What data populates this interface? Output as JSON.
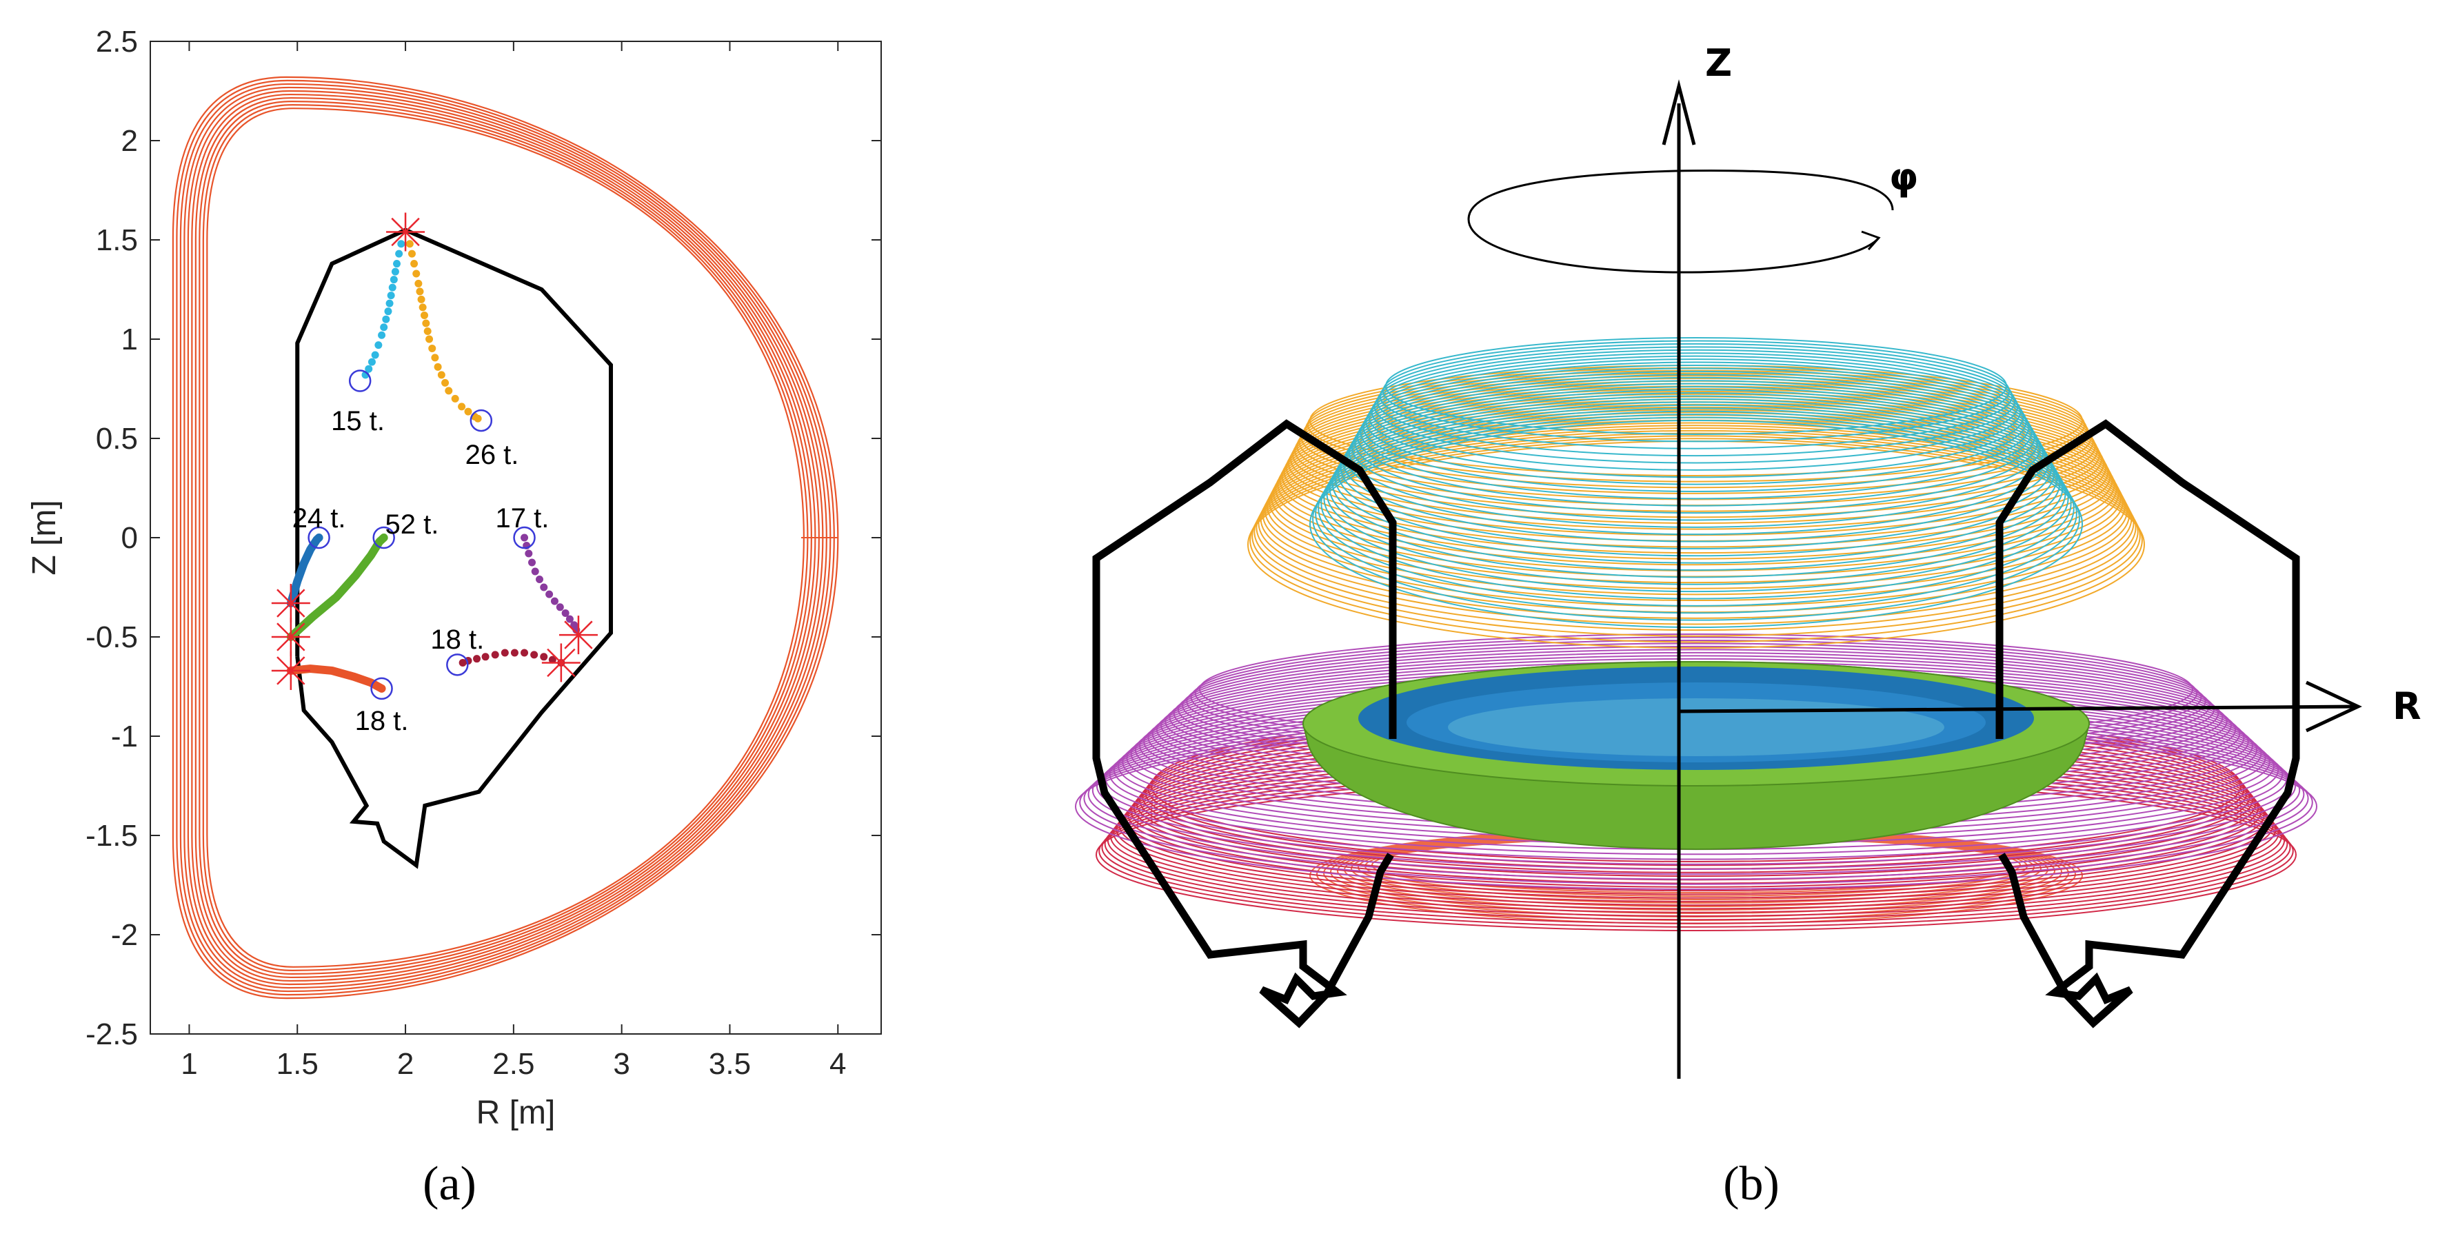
{
  "chart_data": [
    {
      "type": "line",
      "panel_label": "(a)",
      "xlabel": "R [m]",
      "ylabel": "Z [m]",
      "xlim": [
        0.82,
        4.2
      ],
      "ylim": [
        -2.5,
        2.5
      ],
      "x_ticks": [
        1,
        1.5,
        2,
        2.5,
        3,
        3.5,
        4
      ],
      "y_ticks": [
        2.5,
        2,
        1.5,
        1,
        0.5,
        0,
        -0.5,
        -1,
        -1.5,
        -2,
        -2.5
      ],
      "x_tick_labels": [
        "1",
        "1.5",
        "2",
        "2.5",
        "3",
        "3.5",
        "4"
      ],
      "y_tick_labels": [
        "2.5",
        "2",
        "1.5",
        "1",
        "0.5",
        "0",
        "-0.5",
        "-1",
        "-1.5",
        "-2",
        "-2.5"
      ],
      "grid": false,
      "coil_color": "#e8542a",
      "coil_count": 10,
      "vessel_color": "#000000",
      "vessel": {
        "R": [
          1.5,
          1.5,
          1.66,
          2.0,
          2.63,
          2.95,
          2.95,
          2.63,
          2.34,
          2.09,
          2.05,
          1.9,
          1.87,
          1.76,
          1.82,
          1.66,
          1.53,
          1.5
        ],
        "Z": [
          -0.6,
          0.98,
          1.38,
          1.55,
          1.25,
          0.87,
          -0.48,
          -0.88,
          -1.28,
          -1.35,
          -1.65,
          -1.53,
          -1.44,
          -1.43,
          -1.35,
          -1.03,
          -0.87,
          -0.6
        ]
      },
      "markers_star": [
        {
          "R": 2.0,
          "Z": 1.54
        },
        {
          "R": 1.47,
          "Z": -0.33
        },
        {
          "R": 1.47,
          "Z": -0.5
        },
        {
          "R": 1.47,
          "Z": -0.67
        },
        {
          "R": 2.8,
          "Z": -0.49
        },
        {
          "R": 2.72,
          "Z": -0.63
        }
      ],
      "star_color": "#e8262e",
      "circle_color": "#3a3ad8",
      "series": [
        {
          "color": "#2fb8e3",
          "style": "dotted",
          "R": [
            1.98,
            1.96,
            1.94,
            1.92,
            1.89,
            1.86,
            1.83,
            1.8
          ],
          "Z": [
            1.48,
            1.38,
            1.26,
            1.14,
            1.02,
            0.92,
            0.85,
            0.79
          ],
          "circle": {
            "R": 1.79,
            "Z": 0.79
          },
          "label": "15 t.",
          "label_pos": {
            "R": 1.78,
            "Z": 0.59
          }
        },
        {
          "color": "#f1a81b",
          "style": "dotted",
          "R": [
            2.02,
            2.04,
            2.06,
            2.08,
            2.11,
            2.15,
            2.2,
            2.26,
            2.32,
            2.35
          ],
          "Z": [
            1.48,
            1.38,
            1.28,
            1.16,
            1.0,
            0.86,
            0.74,
            0.66,
            0.61,
            0.59
          ],
          "circle": {
            "R": 2.35,
            "Z": 0.59
          },
          "label": "26 t.",
          "label_pos": {
            "R": 2.4,
            "Z": 0.42
          }
        },
        {
          "color": "#1f72b8",
          "style": "solid",
          "R": [
            1.47,
            1.5,
            1.53,
            1.56,
            1.59,
            1.6
          ],
          "Z": [
            -0.33,
            -0.22,
            -0.13,
            -0.06,
            -0.01,
            0.0
          ],
          "circle": {
            "R": 1.6,
            "Z": 0.0
          },
          "label": "24 t.",
          "label_pos": {
            "R": 1.6,
            "Z": 0.1
          }
        },
        {
          "color": "#5aac2a",
          "style": "solid",
          "R": [
            1.47,
            1.57,
            1.68,
            1.77,
            1.84,
            1.88,
            1.9
          ],
          "Z": [
            -0.5,
            -0.4,
            -0.3,
            -0.19,
            -0.09,
            -0.02,
            0.0
          ],
          "circle": {
            "R": 1.9,
            "Z": 0.0
          },
          "label": "52 t.",
          "label_pos": {
            "R": 2.03,
            "Z": 0.07
          }
        },
        {
          "color": "#8a3b9e",
          "style": "dotted",
          "R": [
            2.55,
            2.57,
            2.6,
            2.64,
            2.69,
            2.74,
            2.78,
            2.8
          ],
          "Z": [
            0.0,
            -0.08,
            -0.17,
            -0.25,
            -0.32,
            -0.38,
            -0.44,
            -0.49
          ],
          "circle": {
            "R": 2.55,
            "Z": 0.0
          },
          "label": "17 t.",
          "label_pos": {
            "R": 2.54,
            "Z": 0.1
          }
        },
        {
          "color": "#e8542a",
          "style": "solid",
          "R": [
            1.47,
            1.56,
            1.66,
            1.76,
            1.84,
            1.89
          ],
          "Z": [
            -0.67,
            -0.66,
            -0.67,
            -0.7,
            -0.73,
            -0.76
          ],
          "circle": {
            "R": 1.89,
            "Z": -0.76
          },
          "label": "18 t.",
          "label_pos": {
            "R": 1.89,
            "Z": -0.92
          }
        },
        {
          "color": "#a31c36",
          "style": "dotted",
          "R": [
            2.72,
            2.64,
            2.55,
            2.46,
            2.37,
            2.29,
            2.24
          ],
          "Z": [
            -0.63,
            -0.6,
            -0.58,
            -0.58,
            -0.6,
            -0.62,
            -0.64
          ],
          "circle": {
            "R": 2.24,
            "Z": -0.64
          },
          "label": "18 t.",
          "label_pos": {
            "R": 2.24,
            "Z": -0.51
          }
        }
      ]
    },
    {
      "type": "3d-surface",
      "panel_label": "(b)",
      "axis_labels": {
        "z": "Z",
        "r": "R",
        "phi": "φ"
      },
      "colors": {
        "cyan": "#38b8cc",
        "orange": "#f2a92a",
        "purple": "#b04cb8",
        "red": "#d22a48",
        "green": "#6ab030",
        "blue": "#1a70b8",
        "coral": "#ee6a45",
        "frame": "#000000"
      }
    }
  ]
}
